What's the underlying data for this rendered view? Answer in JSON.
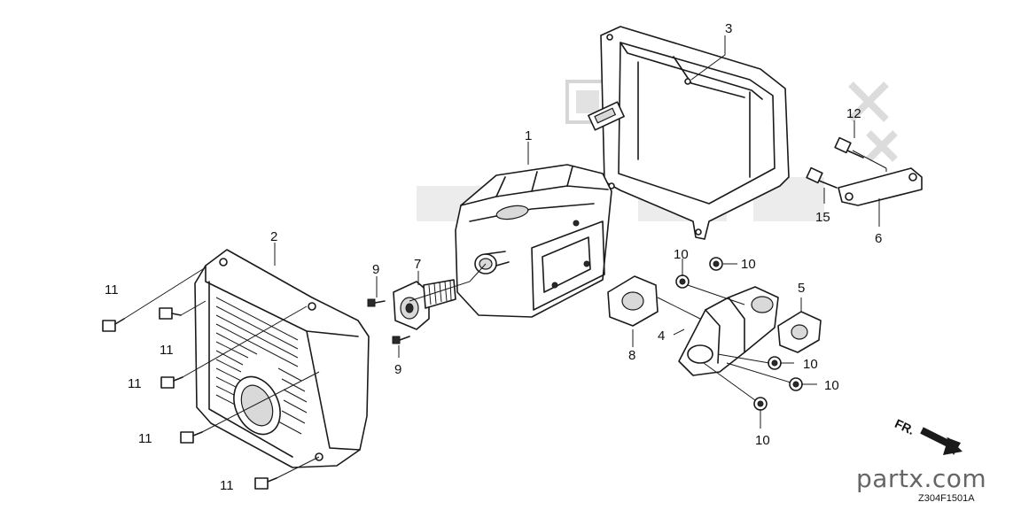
{
  "watermark_text": "partx.com",
  "diagram_code": "Z304F1501A",
  "direction_label": "FR.",
  "callouts": {
    "c1": "1",
    "c2": "2",
    "c3": "3",
    "c4": "4",
    "c5": "5",
    "c6": "6",
    "c7": "7",
    "c8": "8",
    "c9a": "9",
    "c9b": "9",
    "c10a": "10",
    "c10b": "10",
    "c10c": "10",
    "c10d": "10",
    "c10e": "10",
    "c11a": "11",
    "c11b": "11",
    "c11c": "11",
    "c11d": "11",
    "c11e": "11",
    "c12": "12",
    "c15": "15"
  }
}
